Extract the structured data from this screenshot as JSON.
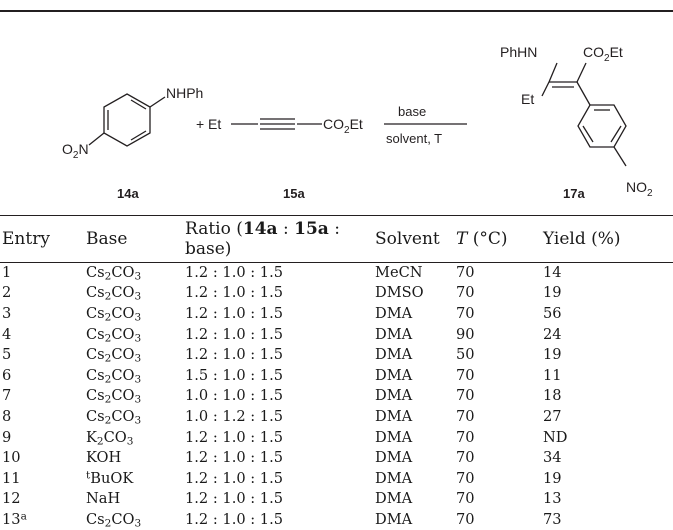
{
  "scheme": {
    "aniline_substituent": "NHPh",
    "nitro_left": "O2N",
    "reactant1_id": "14a",
    "plus": "+",
    "alkyne_left": "Et",
    "alkyne_right": "CO2Et",
    "reactant2_id": "15a",
    "arrow_top": "base",
    "arrow_bottom": "solvent, T",
    "product_nh": "PhHN",
    "product_ester": "CO2Et",
    "product_et": "Et",
    "product_nitro": "NO2",
    "product_id": "17a"
  },
  "table": {
    "headers": {
      "entry": "Entry",
      "base": "Base",
      "ratio_prefix": "Ratio (",
      "ratio_a": "14a",
      "ratio_sep1": " : ",
      "ratio_b": "15a",
      "ratio_sep2": " : base)",
      "solvent": "Solvent",
      "temp_var": "T",
      "temp_unit": " (°C)",
      "yield": "Yield (%)"
    },
    "rows": [
      {
        "entry": "1",
        "base_pre": "Cs",
        "base_sub1": "2",
        "base_mid": "CO",
        "base_sub2": "3",
        "ratio": "1.2 : 1.0 : 1.5",
        "solvent": "MeCN",
        "temp": "70",
        "yield": "14"
      },
      {
        "entry": "2",
        "base_pre": "Cs",
        "base_sub1": "2",
        "base_mid": "CO",
        "base_sub2": "3",
        "ratio": "1.2 : 1.0 : 1.5",
        "solvent": "DMSO",
        "temp": "70",
        "yield": "19"
      },
      {
        "entry": "3",
        "base_pre": "Cs",
        "base_sub1": "2",
        "base_mid": "CO",
        "base_sub2": "3",
        "ratio": "1.2 : 1.0 : 1.5",
        "solvent": "DMA",
        "temp": "70",
        "yield": "56"
      },
      {
        "entry": "4",
        "base_pre": "Cs",
        "base_sub1": "2",
        "base_mid": "CO",
        "base_sub2": "3",
        "ratio": "1.2 : 1.0 : 1.5",
        "solvent": "DMA",
        "temp": "90",
        "yield": "24"
      },
      {
        "entry": "5",
        "base_pre": "Cs",
        "base_sub1": "2",
        "base_mid": "CO",
        "base_sub2": "3",
        "ratio": "1.2 : 1.0 : 1.5",
        "solvent": "DMA",
        "temp": "50",
        "yield": "19"
      },
      {
        "entry": "6",
        "base_pre": "Cs",
        "base_sub1": "2",
        "base_mid": "CO",
        "base_sub2": "3",
        "ratio": "1.5 : 1.0 : 1.5",
        "solvent": "DMA",
        "temp": "70",
        "yield": "11"
      },
      {
        "entry": "7",
        "base_pre": "Cs",
        "base_sub1": "2",
        "base_mid": "CO",
        "base_sub2": "3",
        "ratio": "1.0 : 1.0 : 1.5",
        "solvent": "DMA",
        "temp": "70",
        "yield": "18"
      },
      {
        "entry": "8",
        "base_pre": "Cs",
        "base_sub1": "2",
        "base_mid": "CO",
        "base_sub2": "3",
        "ratio": "1.0 : 1.2 : 1.5",
        "solvent": "DMA",
        "temp": "70",
        "yield": "27"
      },
      {
        "entry": "9",
        "base_pre": "K",
        "base_sub1": "2",
        "base_mid": "CO",
        "base_sub2": "3",
        "ratio": "1.2 : 1.0 : 1.5",
        "solvent": "DMA",
        "temp": "70",
        "yield": "ND"
      },
      {
        "entry": "10",
        "base_pre": "KOH",
        "ratio": "1.2 : 1.0 : 1.5",
        "solvent": "DMA",
        "temp": "70",
        "yield": "34"
      },
      {
        "entry": "11",
        "base_sup": "t",
        "base_pre": "BuOK",
        "ratio": "1.2 : 1.0 : 1.5",
        "solvent": "DMA",
        "temp": "70",
        "yield": "19"
      },
      {
        "entry": "12",
        "base_pre": "NaH",
        "ratio": "1.2 : 1.0 : 1.5",
        "solvent": "DMA",
        "temp": "70",
        "yield": "13"
      },
      {
        "entry": "13",
        "entry_sup": "a",
        "base_pre": "Cs",
        "base_sub1": "2",
        "base_mid": "CO",
        "base_sub2": "3",
        "ratio": "1.2 : 1.0 : 1.5",
        "solvent": "DMA",
        "temp": "70",
        "yield": "73"
      }
    ]
  }
}
